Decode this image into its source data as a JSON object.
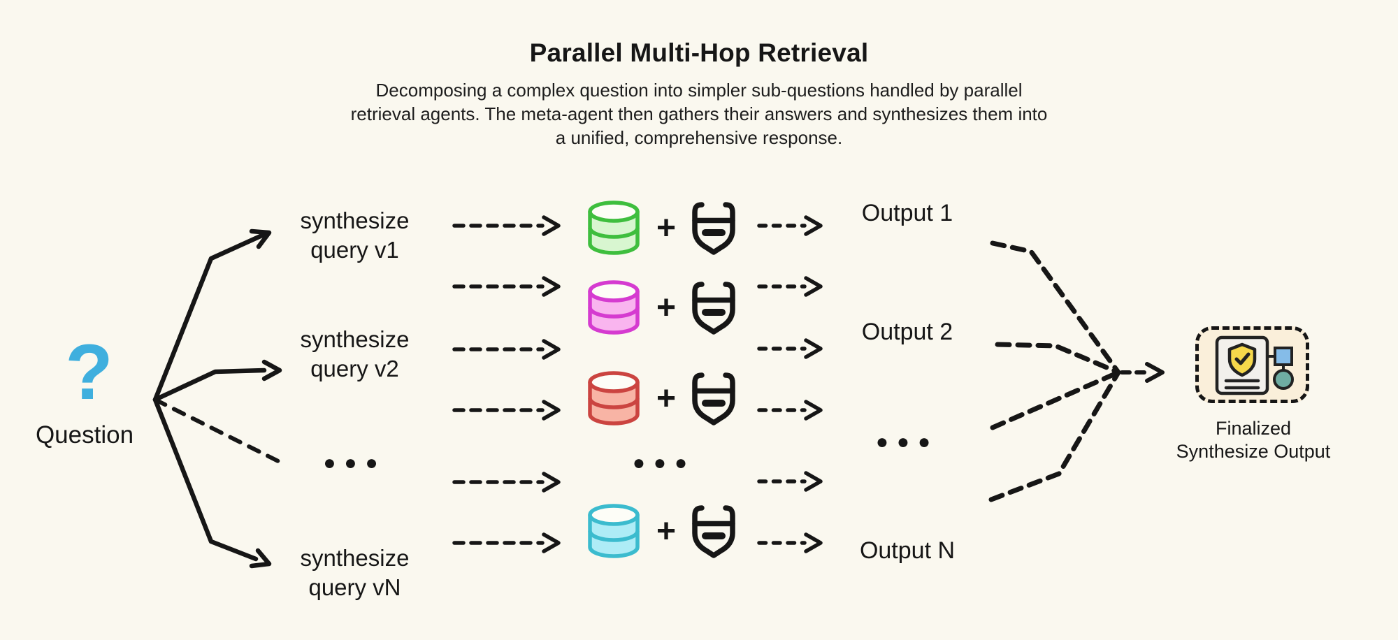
{
  "colors": {
    "background": "#FAF8EF",
    "text": "#161616",
    "line": "#161616",
    "question_blue": "#3FAFDE",
    "db_top_fill": "#FDFDF7",
    "db_green_stroke": "#3EBE3E",
    "db_green_fill": "#D8F6D0",
    "db_magenta_stroke": "#D53BD0",
    "db_magenta_fill": "#F9B5EF",
    "db_red_stroke": "#CB4440",
    "db_red_fill": "#F8B4A5",
    "db_cyan_stroke": "#3BBBCE",
    "db_cyan_fill": "#AEECF6",
    "final_box_bg": "#FAEFDA",
    "doc_fill": "#F2F0EC",
    "shield_fill": "#F6D84B",
    "square_fill": "#85BCE8",
    "circle_fill": "#6FADA3"
  },
  "header": {
    "title": "Parallel Multi-Hop Retrieval",
    "subtitle_line1": "Decomposing a complex question into simpler sub-questions handled by parallel",
    "subtitle_line2": "retrieval agents. The meta-agent then gathers their answers and synthesizes them into",
    "subtitle_line3": "a unified, comprehensive response."
  },
  "question": {
    "mark": "?",
    "label": "Question"
  },
  "queries": {
    "v1_line1": "synthesize",
    "v1_line2": "query v1",
    "v2_line1": "synthesize",
    "v2_line2": "query v2",
    "vn_line1": "synthesize",
    "vn_line2": "query vN",
    "ellipsis": "●●●"
  },
  "retrieval": {
    "plus": "+",
    "ellipsis": "●●●"
  },
  "outputs": {
    "o1": "Output 1",
    "o2": "Output 2",
    "ellipsis": "●●●",
    "on": "Output N"
  },
  "final_output": {
    "line1": "Finalized",
    "line2": "Synthesize Output"
  }
}
